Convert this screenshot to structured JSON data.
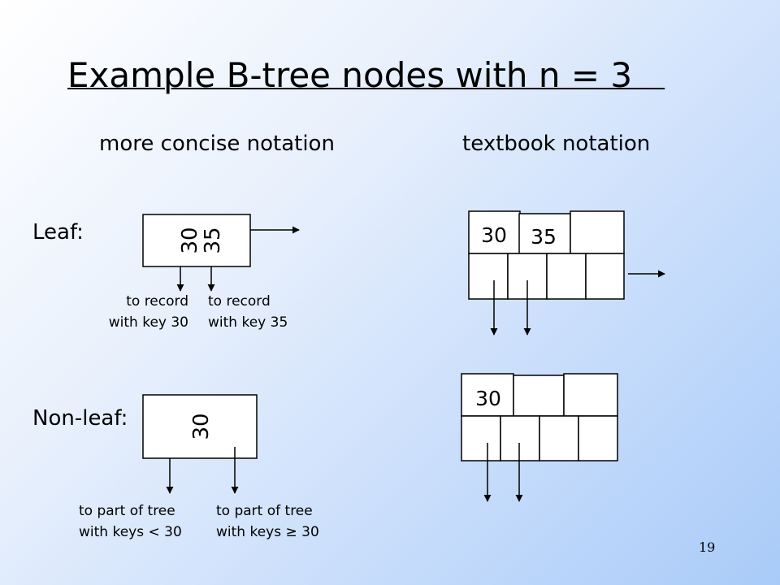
{
  "slide": {
    "title": "Example B-tree nodes with n = 3   ",
    "page_number": "19"
  },
  "columns": {
    "concise": "more concise notation",
    "textbook": "textbook notation"
  },
  "rows": {
    "leaf": "Leaf:",
    "nonleaf": "Non-leaf:"
  },
  "concise_leaf": {
    "keys": [
      "30",
      "35"
    ],
    "pointer_labels": [
      [
        "to record",
        "with key 30"
      ],
      [
        "to record",
        "with key 35"
      ]
    ]
  },
  "concise_nonleaf": {
    "keys": [
      "30"
    ],
    "pointer_labels": [
      [
        "to part of tree",
        "with keys < 30"
      ],
      [
        "to part of tree",
        "with keys ≥ 30"
      ]
    ]
  },
  "textbook_leaf": {
    "keys": [
      "30",
      "35"
    ]
  },
  "textbook_nonleaf": {
    "keys": [
      "30"
    ]
  }
}
